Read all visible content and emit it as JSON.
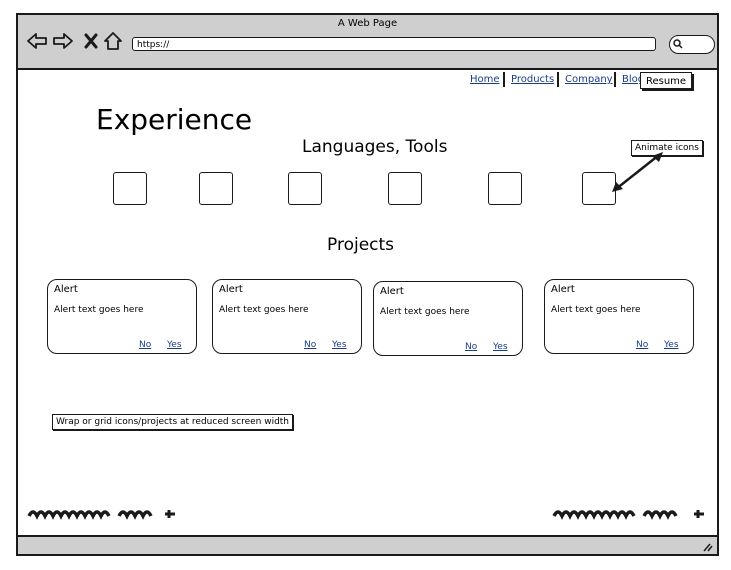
{
  "window": {
    "title": "A Web Page",
    "url": "https://"
  },
  "nav": {
    "links": [
      "Home",
      "Products",
      "Company",
      "Blog"
    ],
    "resume_label": "Resume"
  },
  "main": {
    "heading": "Experience",
    "languages_heading": "Languages, Tools",
    "animate_note": "Animate icons",
    "projects_heading": "Projects",
    "cards": [
      {
        "title": "Alert",
        "body": "Alert text goes here",
        "no": "No",
        "yes": "Yes"
      },
      {
        "title": "Alert",
        "body": "Alert text goes here",
        "no": "No",
        "yes": "Yes"
      },
      {
        "title": "Alert",
        "body": "Alert text goes here",
        "no": "No",
        "yes": "Yes"
      },
      {
        "title": "Alert",
        "body": "Alert text goes here",
        "no": "No",
        "yes": "Yes"
      }
    ],
    "wrap_note": "Wrap or grid icons/projects at reduced screen width"
  },
  "icons": [
    "back-arrow-icon",
    "forward-arrow-icon",
    "close-icon",
    "home-icon",
    "search-icon",
    "resize-grip-icon"
  ]
}
